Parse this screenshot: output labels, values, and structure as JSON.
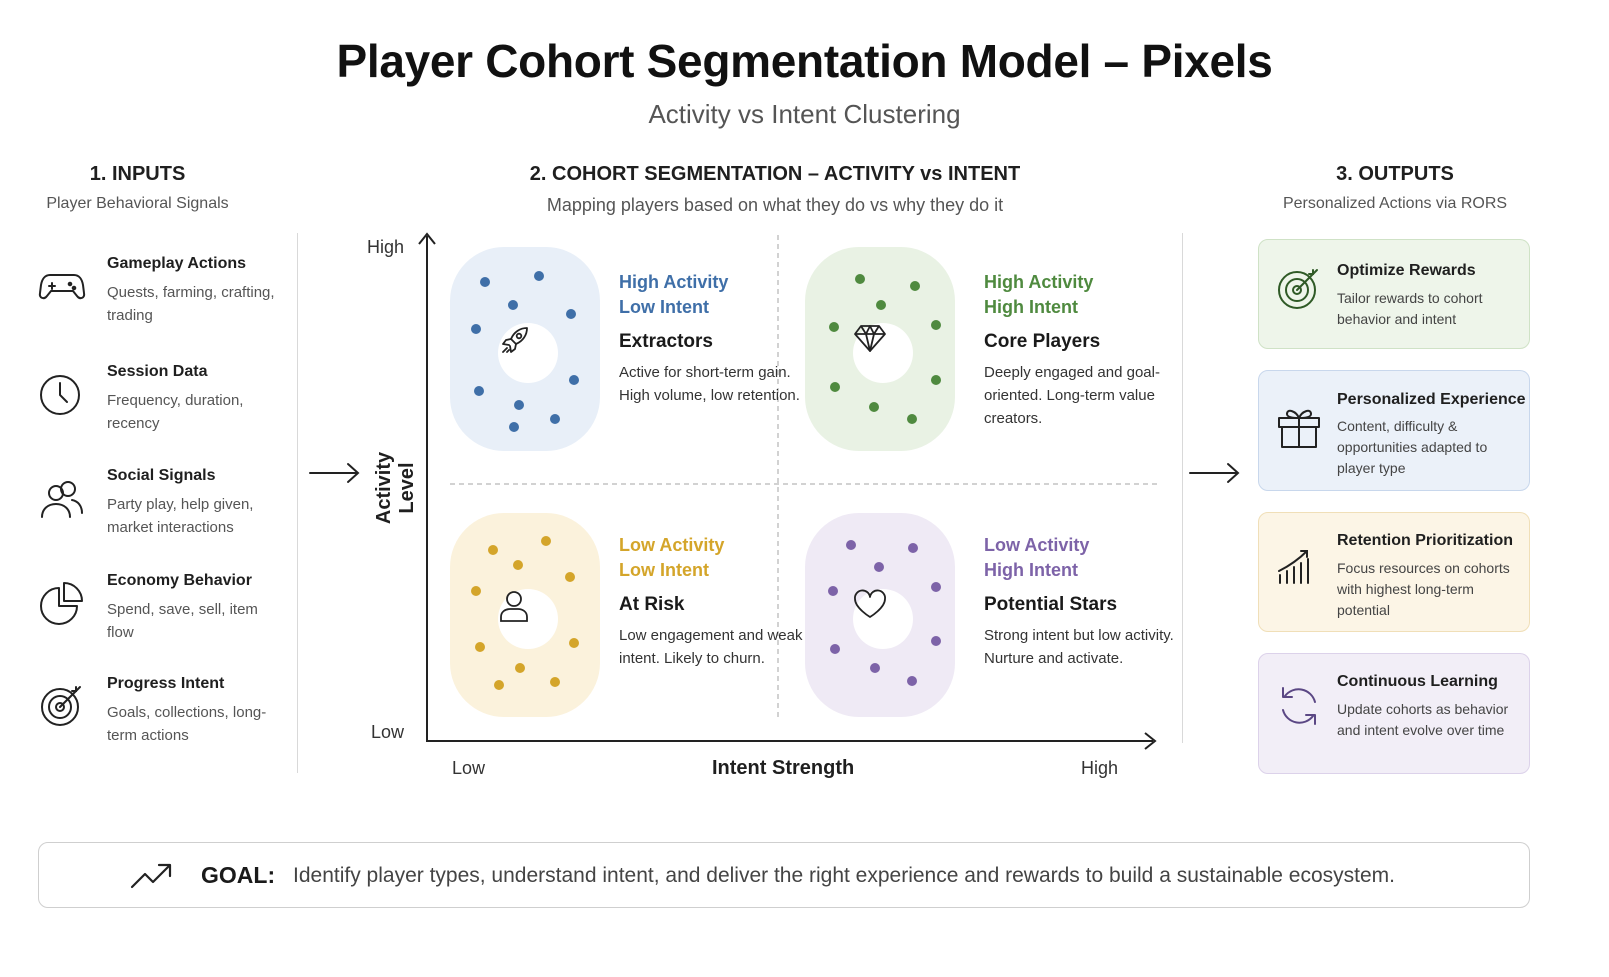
{
  "header": {
    "title": "Player Cohort Segmentation Model – Pixels",
    "subtitle": "Activity vs Intent Clustering"
  },
  "inputs": {
    "heading": "1. INPUTS",
    "subheading": "Player Behavioral Signals",
    "items": [
      {
        "title": "Gameplay Actions",
        "desc": "Quests, farming, crafting, trading",
        "icon": "gamepad-icon"
      },
      {
        "title": "Session Data",
        "desc": "Frequency, duration, recency",
        "icon": "clock-icon"
      },
      {
        "title": "Social Signals",
        "desc": "Party play, help given, market interactions",
        "icon": "users-icon"
      },
      {
        "title": "Economy Behavior",
        "desc": "Spend, save, sell, item flow",
        "icon": "pie-chart-icon"
      },
      {
        "title": "Progress Intent",
        "desc": "Goals, collections, long-term actions",
        "icon": "target-icon"
      }
    ]
  },
  "segmentation": {
    "heading": "2. COHORT SEGMENTATION – ACTIVITY vs INTENT",
    "subheading": "Mapping players based on what they do vs why they do it",
    "y_axis": {
      "title": "Activity Level",
      "high": "High",
      "low": "Low"
    },
    "x_axis": {
      "title": "Intent Strength",
      "low": "Low",
      "high": "High"
    },
    "quadrants": [
      {
        "tag1": "High Activity",
        "tag2": "Low Intent",
        "name": "Extractors",
        "desc": "Active for short-term gain. High volume, low retention.",
        "color": "#3f6fa8",
        "bg": "#e8eff8",
        "icon": "rocket-icon"
      },
      {
        "tag1": "High Activity",
        "tag2": "High Intent",
        "name": "Core Players",
        "desc": "Deeply engaged and goal-oriented. Long-term value creators.",
        "color": "#4f8a3f",
        "bg": "#e9f2e4",
        "icon": "diamond-icon"
      },
      {
        "tag1": "Low Activity",
        "tag2": "Low Intent",
        "name": "At Risk",
        "desc": "Low engagement and weak intent. Likely to churn.",
        "color": "#d4a52a",
        "bg": "#fbf2dc",
        "icon": "user-icon"
      },
      {
        "tag1": "Low Activity",
        "tag2": "High Intent",
        "name": "Potential Stars",
        "desc": "Strong intent but low activity. Nurture and activate.",
        "color": "#7d63a8",
        "bg": "#efeaf5",
        "icon": "heart-icon"
      }
    ]
  },
  "outputs": {
    "heading": "3. OUTPUTS",
    "subheading": "Personalized Actions via RORS",
    "cards": [
      {
        "title": "Optimize Rewards",
        "desc": "Tailor rewards to cohort behavior and intent",
        "icon": "target-icon",
        "bg": "#eef5ea",
        "border": "#cfe2c6",
        "accent": "#4f8a3f"
      },
      {
        "title": "Personalized Experience",
        "desc": "Content, difficulty & opportunities adapted to player type",
        "icon": "gift-icon",
        "bg": "#ebf1f9",
        "border": "#c8d7ec",
        "accent": "#1f1f1f"
      },
      {
        "title": "Retention Prioritization",
        "desc": "Focus resources on cohorts with highest long-term potential",
        "icon": "bar-chart-icon",
        "bg": "#fcf5e6",
        "border": "#f0dfb8",
        "accent": "#1f1f1f"
      },
      {
        "title": "Continuous Learning",
        "desc": "Update cohorts as behavior and intent evolve over time",
        "icon": "refresh-icon",
        "bg": "#f2eef7",
        "border": "#dcd2ea",
        "accent": "#7d63a8"
      }
    ]
  },
  "goal": {
    "label": "GOAL:",
    "text": "Identify player types, understand intent, and deliver the right experience and rewards to build a sustainable ecosystem.",
    "icon": "trending-up-icon"
  }
}
